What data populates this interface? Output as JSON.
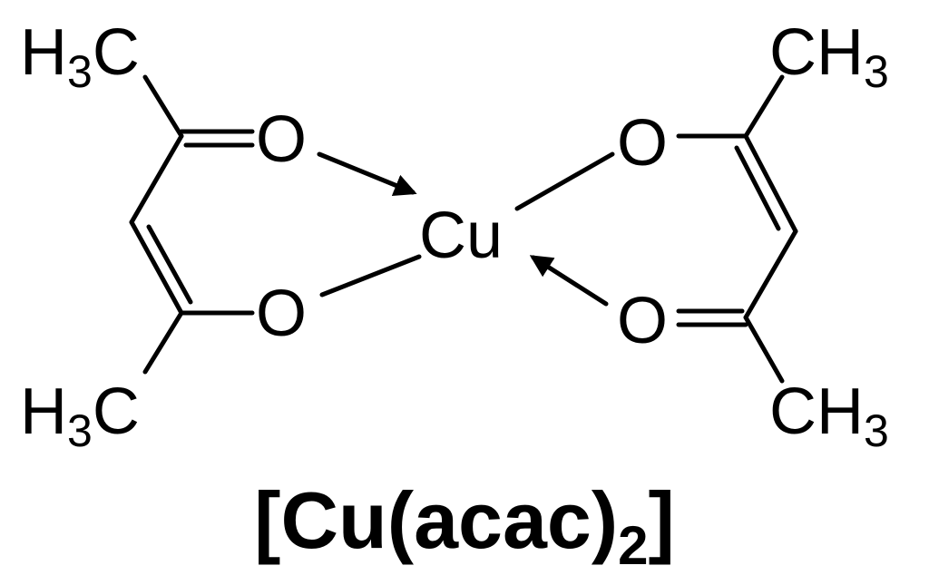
{
  "metal": "Cu",
  "ligand_left": {
    "top_methyl_main": "H",
    "top_methyl_sub": "3",
    "top_methyl_tail": "C",
    "bottom_methyl_main": "H",
    "bottom_methyl_sub": "3",
    "bottom_methyl_tail": "C",
    "oxygen_carbonyl": "O",
    "oxygen_enolate": "O"
  },
  "ligand_right": {
    "top_methyl_main": "CH",
    "top_methyl_sub": "3",
    "bottom_methyl_main": "CH",
    "bottom_methyl_sub": "3",
    "oxygen_enolate": "O",
    "oxygen_carbonyl": "O"
  },
  "formula": {
    "open_bracket": "[",
    "prefix": "Cu(acac)",
    "subscript": "2",
    "close_bracket": "]"
  }
}
